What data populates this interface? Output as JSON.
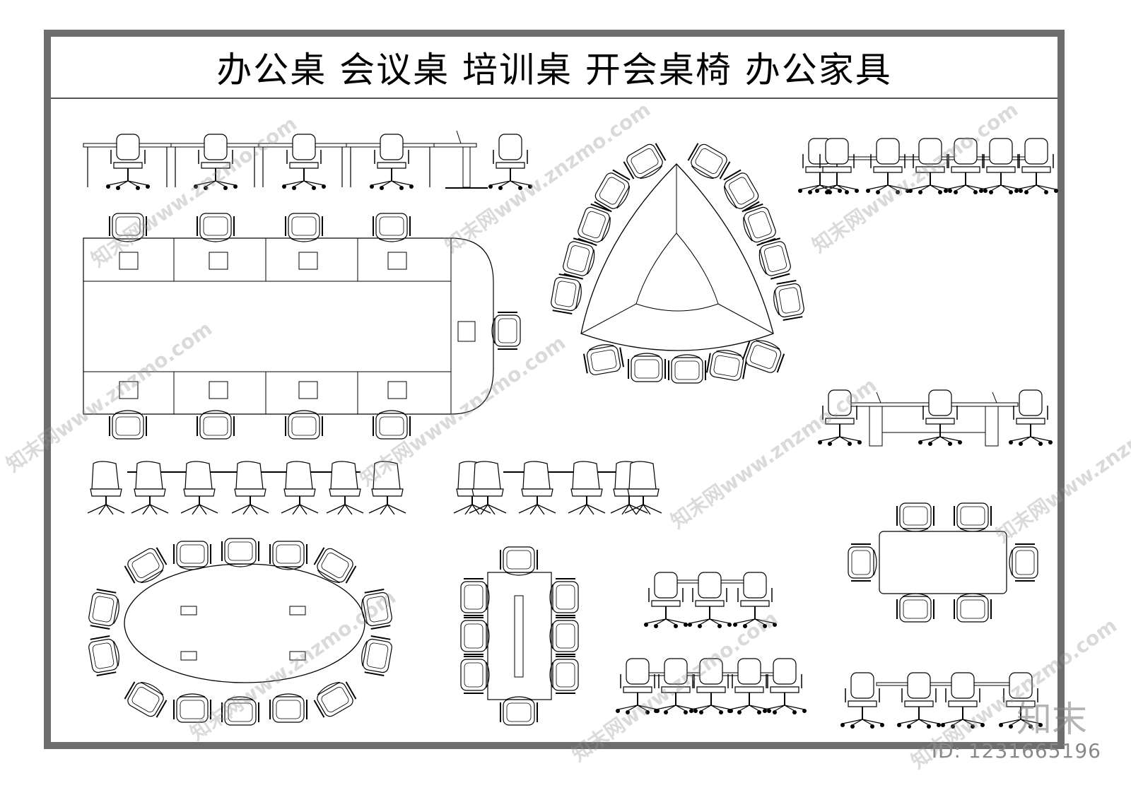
{
  "title": "办公桌  会议桌  培训桌  开会桌椅  办公家具",
  "watermark": {
    "text": "知末网www.znzmo.com",
    "logo": "知末",
    "id_label": "ID: 1231665196"
  }
}
